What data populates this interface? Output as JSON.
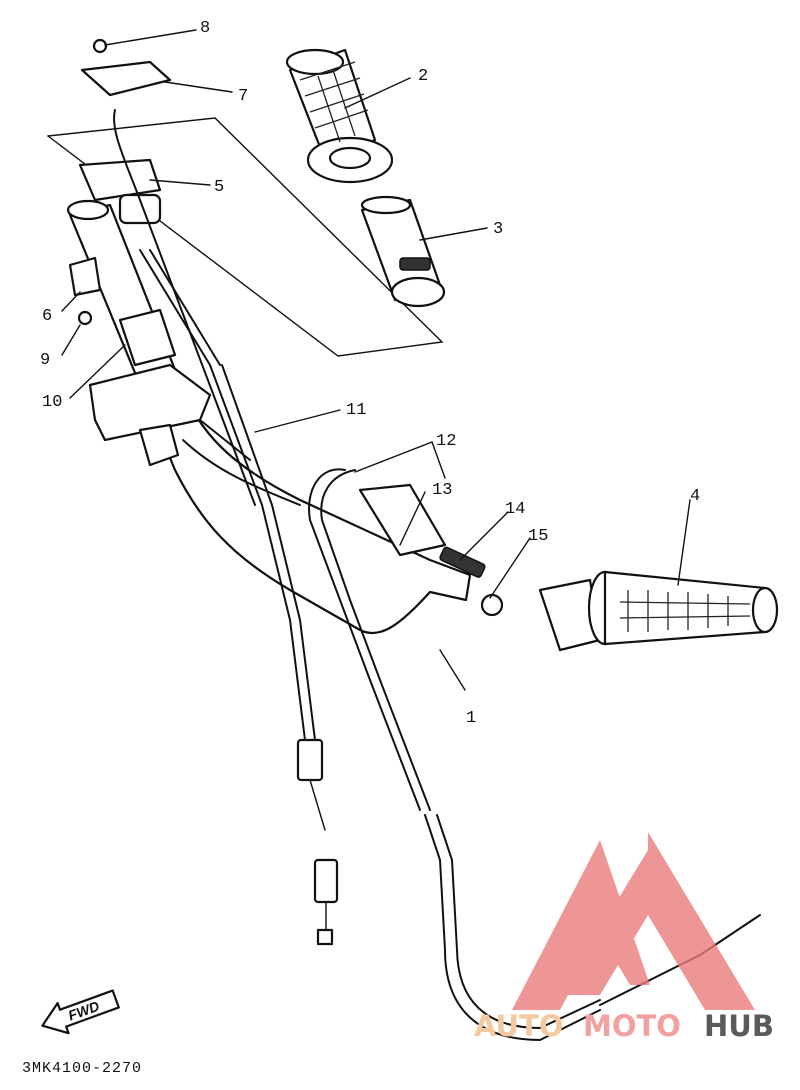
{
  "callouts": [
    {
      "id": "1",
      "label": "1"
    },
    {
      "id": "2",
      "label": "2"
    },
    {
      "id": "3",
      "label": "3"
    },
    {
      "id": "4",
      "label": "4"
    },
    {
      "id": "5",
      "label": "5"
    },
    {
      "id": "6",
      "label": "6"
    },
    {
      "id": "7",
      "label": "7"
    },
    {
      "id": "8",
      "label": "8"
    },
    {
      "id": "9",
      "label": "9"
    },
    {
      "id": "10",
      "label": "10"
    },
    {
      "id": "11",
      "label": "11"
    },
    {
      "id": "12",
      "label": "12"
    },
    {
      "id": "13",
      "label": "13"
    },
    {
      "id": "14",
      "label": "14"
    },
    {
      "id": "15",
      "label": "15"
    }
  ],
  "direction_label": "FWD",
  "diagram_code": "3MK4100-2270",
  "watermark": {
    "text_auto": "AUTO",
    "text_moto": "MOTO",
    "text_hub": "HUB",
    "colors": {
      "auto": "#f5c9a0",
      "moto": "#f2a0a0",
      "hub": "#5a5a5a",
      "logo": "#ea7b7b"
    }
  }
}
